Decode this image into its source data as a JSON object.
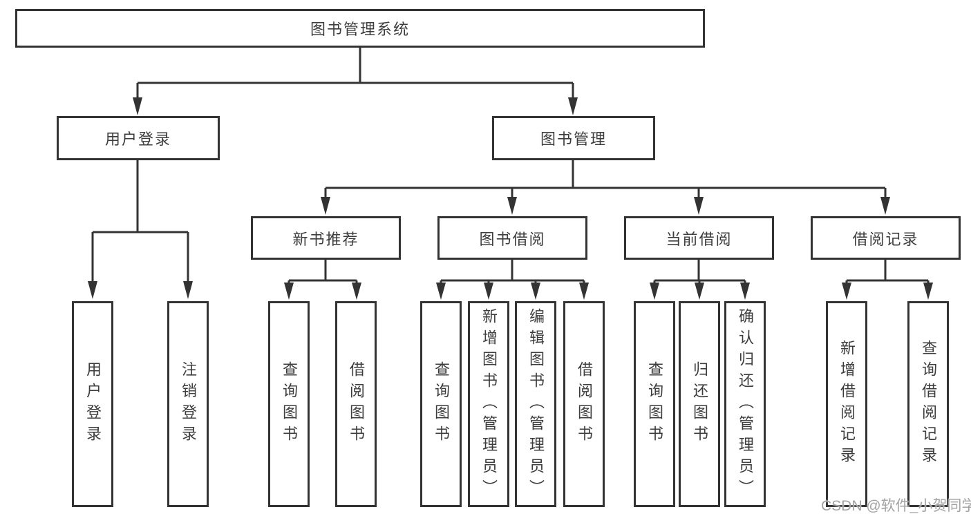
{
  "tree": {
    "root": "图书管理系统",
    "branches": [
      {
        "label": "用户登录",
        "children": [
          "用户登录",
          "注销登录"
        ]
      },
      {
        "label": "图书管理",
        "children": [
          {
            "label": "新书推荐",
            "children": [
              "查询图书",
              "借阅图书"
            ]
          },
          {
            "label": "图书借阅",
            "children": [
              "查询图书",
              "新增图书（管理员）",
              "编辑图书（管理员）",
              "借阅图书"
            ]
          },
          {
            "label": "当前借阅",
            "children": [
              "查询图书",
              "归还图书",
              "确认归还（管理员）"
            ]
          },
          {
            "label": "借阅记录",
            "children": [
              "新增借阅记录",
              "查询借阅记录"
            ]
          }
        ]
      }
    ]
  },
  "colors": {
    "line": "#333333",
    "text": "#3d3d3d",
    "watermark": "#a3a3a3"
  },
  "watermark": "CSDN @软件_小贺同学"
}
